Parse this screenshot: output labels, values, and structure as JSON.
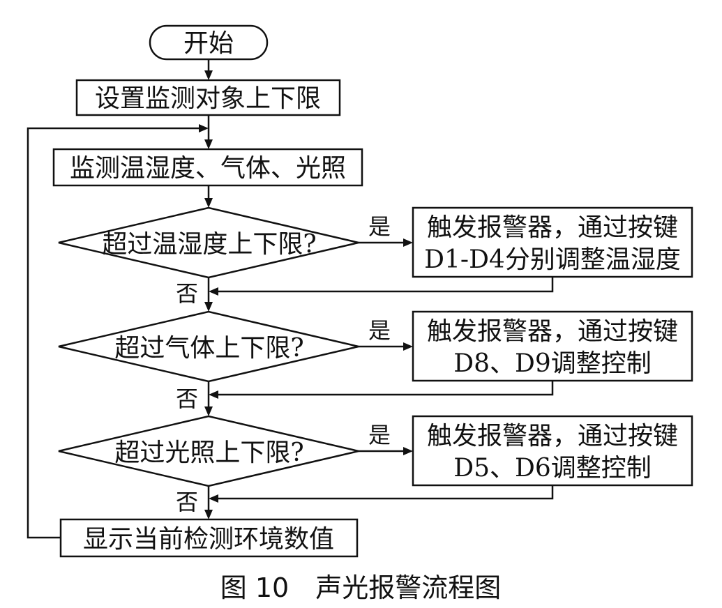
{
  "nodes": {
    "start": "开始",
    "set_limits": "设置监测对象上下限",
    "monitor": "监测温湿度、气体、光照",
    "decision_temp": "超过温湿度上下限?",
    "action_temp_line1": "触发报警器，通过按键",
    "action_temp_line2": "D1-D4分别调整温湿度",
    "decision_gas": "超过气体上下限?",
    "action_gas_line1": "触发报警器，通过按键",
    "action_gas_line2": "D8、D9调整控制",
    "decision_light": "超过光照上下限?",
    "action_light_line1": "触发报警器，通过按键",
    "action_light_line2": "D5、D6调整控制",
    "display": "显示当前检测环境数值"
  },
  "edge_labels": {
    "yes": "是",
    "no": "否"
  },
  "caption": "图 10　声光报警流程图"
}
